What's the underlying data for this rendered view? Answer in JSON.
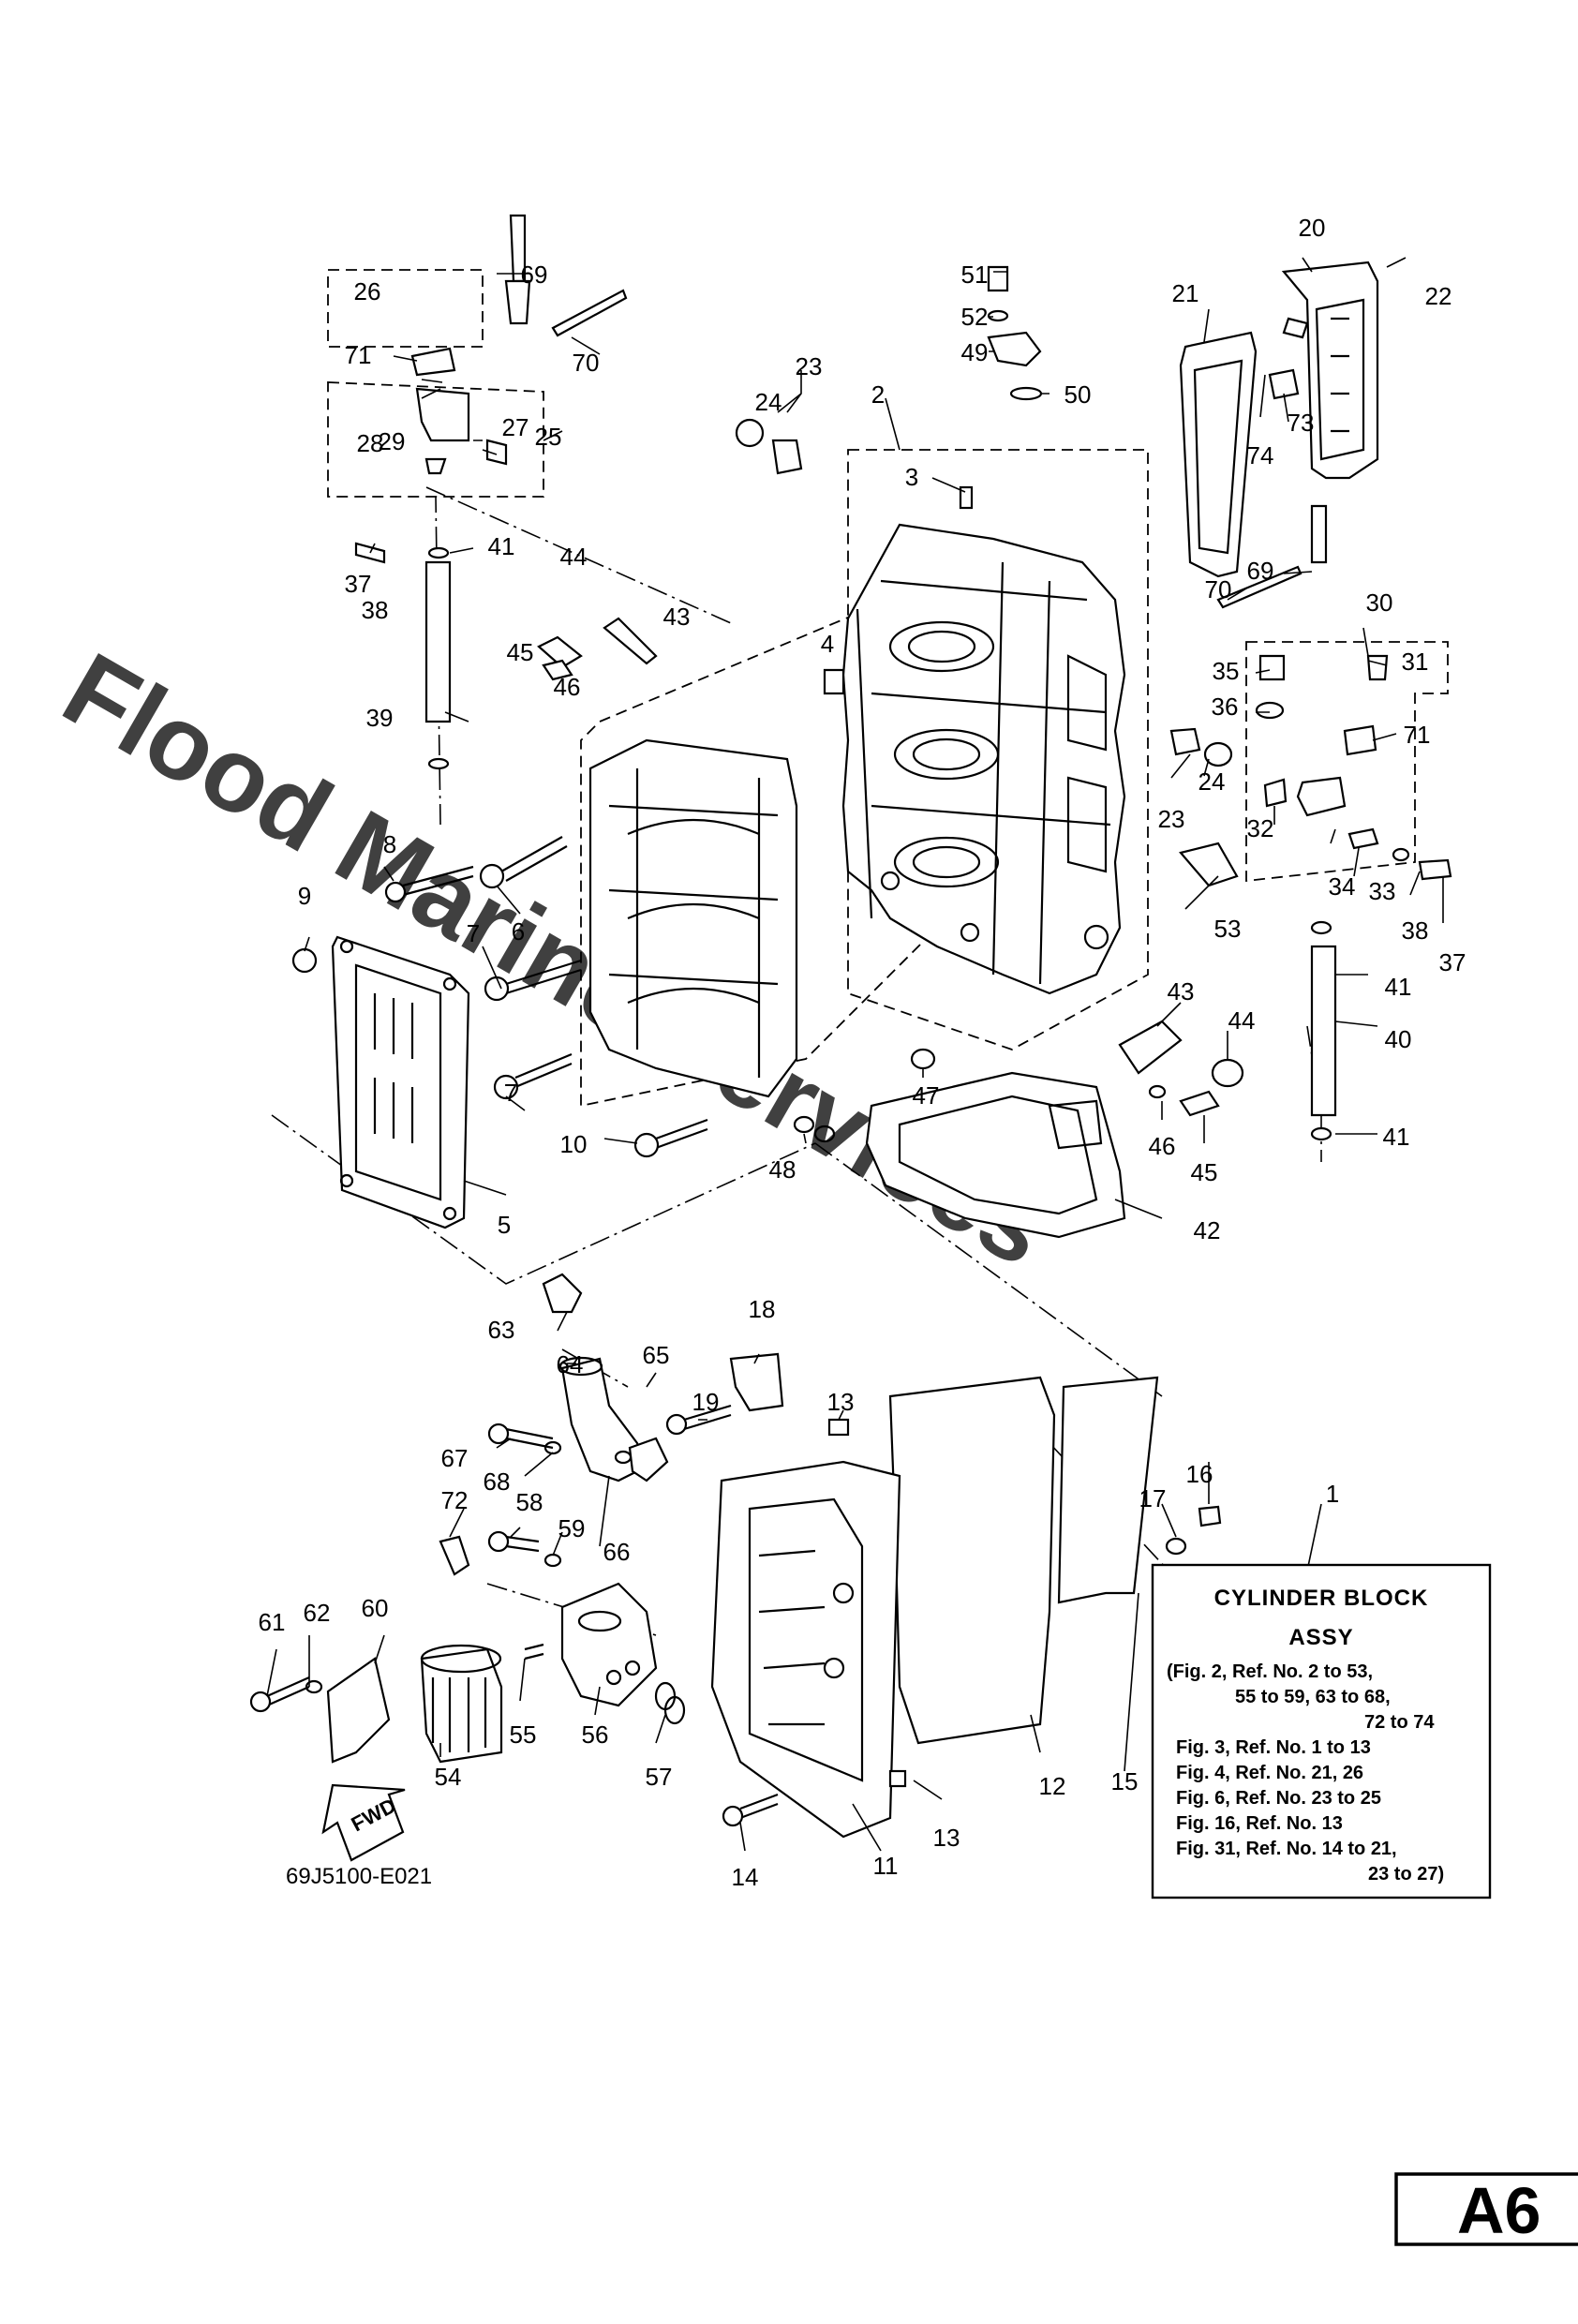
{
  "watermark": "Flood Marine Services",
  "drawing_code": "69J5100-E021",
  "page_badge": "A6",
  "fwd_label": "FWD",
  "legend": {
    "title_line1": "CYLINDER BLOCK",
    "title_line2": "ASSY",
    "lines": [
      "(Fig. 2, Ref. No. 2 to 53,",
      "55 to 59, 63 to 68,",
      "72 to 74",
      "Fig. 3, Ref. No. 1 to 13",
      "Fig. 4, Ref. No. 21, 26",
      "Fig. 6, Ref. No. 23 to 25",
      "Fig. 16, Ref. No. 13",
      "Fig. 31, Ref. No. 14 to 21,",
      "23 to 27)"
    ]
  },
  "callouts": [
    "20",
    "22",
    "21",
    "51",
    "52",
    "49",
    "50",
    "23",
    "24",
    "2",
    "3",
    "26",
    "69",
    "70",
    "71",
    "28",
    "29",
    "27",
    "25",
    "41",
    "37",
    "38",
    "44",
    "43",
    "45",
    "46",
    "4",
    "39",
    "73",
    "74",
    "69",
    "70",
    "30",
    "35",
    "31",
    "36",
    "71",
    "24",
    "23",
    "32",
    "34",
    "33",
    "38",
    "37",
    "41",
    "40",
    "8",
    "9",
    "6",
    "7",
    "53",
    "43",
    "44",
    "46",
    "45",
    "47",
    "48",
    "10",
    "7",
    "5",
    "42",
    "41",
    "63",
    "18",
    "64",
    "65",
    "19",
    "13",
    "67",
    "68",
    "16",
    "17",
    "1",
    "72",
    "58",
    "59",
    "66",
    "15",
    "60",
    "62",
    "61",
    "55",
    "56",
    "54",
    "57",
    "12",
    "13",
    "14",
    "11"
  ]
}
